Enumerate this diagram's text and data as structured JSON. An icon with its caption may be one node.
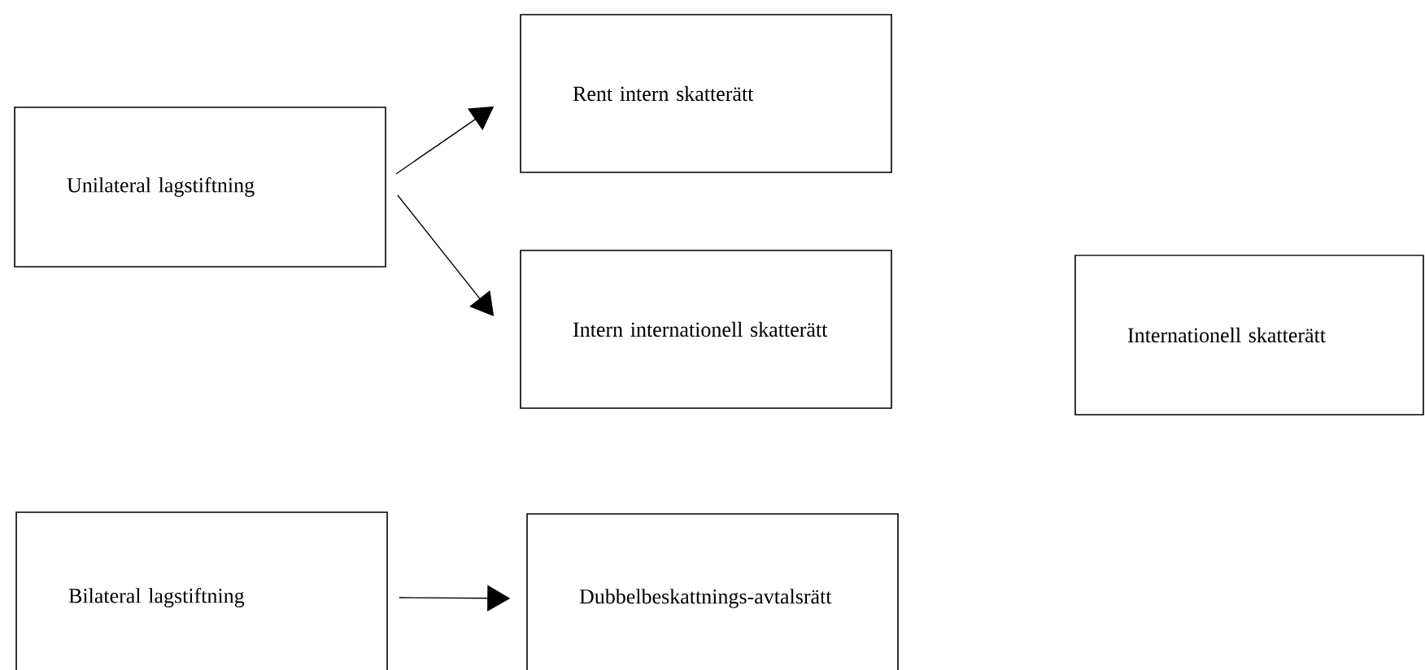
{
  "diagram": {
    "nodes": [
      {
        "text": [
          "Unilateral lagstiftning"
        ]
      },
      {
        "text": [
          "Rent intern skatterätt"
        ]
      },
      {
        "text": [
          "Intern internationell skatterätt"
        ]
      },
      {
        "text": [
          "Internationell skatterätt"
        ]
      },
      {
        "text": [
          "Bilateral lagstiftning"
        ]
      },
      {
        "text": [
          "Dubbelbeskattnings-avtalsrätt"
        ]
      }
    ],
    "edges": [
      {
        "from": 0,
        "to": 1,
        "arrow": "to"
      },
      {
        "from": 0,
        "to": 2,
        "arrow": "to"
      },
      {
        "from": 4,
        "to": 5,
        "arrow": "to"
      }
    ]
  }
}
